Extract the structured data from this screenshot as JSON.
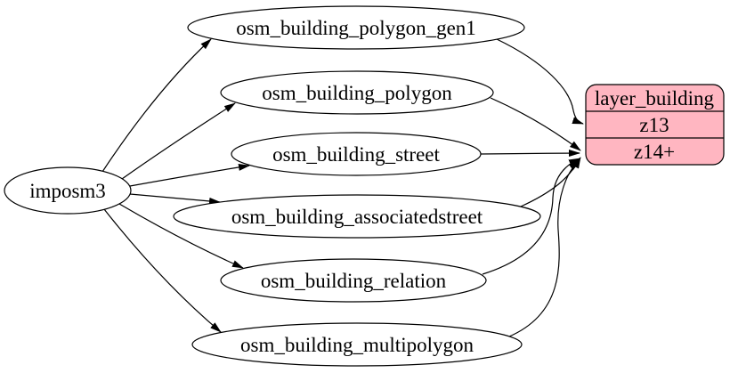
{
  "diagram": {
    "background": "#ffffff",
    "stroke_color": "#000000",
    "source_node": {
      "label": "imposm3"
    },
    "table_nodes": [
      {
        "label": "osm_building_polygon_gen1"
      },
      {
        "label": "osm_building_polygon"
      },
      {
        "label": "osm_building_street"
      },
      {
        "label": "osm_building_associatedstreet"
      },
      {
        "label": "osm_building_relation"
      },
      {
        "label": "osm_building_multipolygon"
      }
    ],
    "layer_node": {
      "fill": "#ffb6c1",
      "title": "layer_building",
      "rows": [
        {
          "label": "z13"
        },
        {
          "label": "z14+"
        }
      ]
    },
    "edges": [
      {
        "from": "imposm3",
        "to": "osm_building_polygon_gen1"
      },
      {
        "from": "imposm3",
        "to": "osm_building_polygon"
      },
      {
        "from": "imposm3",
        "to": "osm_building_street"
      },
      {
        "from": "imposm3",
        "to": "osm_building_associatedstreet"
      },
      {
        "from": "imposm3",
        "to": "osm_building_relation"
      },
      {
        "from": "imposm3",
        "to": "osm_building_multipolygon"
      },
      {
        "from": "osm_building_polygon_gen1",
        "to": "layer_building.z13"
      },
      {
        "from": "osm_building_polygon",
        "to": "layer_building.z14+"
      },
      {
        "from": "osm_building_street",
        "to": "layer_building.z14+"
      },
      {
        "from": "osm_building_associatedstreet",
        "to": "layer_building.z14+"
      },
      {
        "from": "osm_building_relation",
        "to": "layer_building.z14+"
      },
      {
        "from": "osm_building_multipolygon",
        "to": "layer_building.z14+"
      }
    ]
  }
}
